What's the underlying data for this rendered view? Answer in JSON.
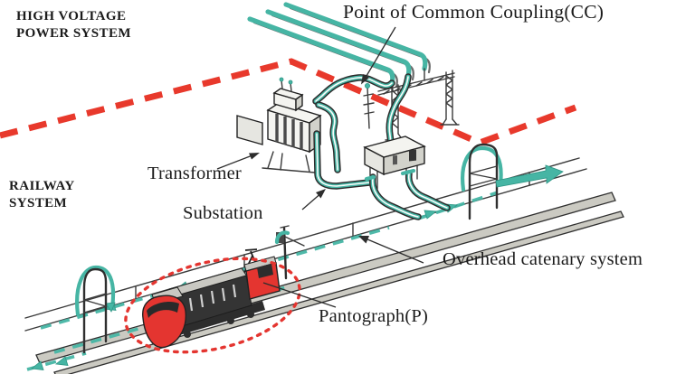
{
  "title": "Railway power feeding system diagram",
  "labels": {
    "high_voltage_system": "HIGH VOLTAGE\nPOWER SYSTEM",
    "railway_system": "RAILWAY\nSYSTEM",
    "pcc": "Point of Common Coupling(CC)",
    "transformer": "Transformer",
    "substation": "Substation",
    "overhead_catenary": "Overhead catenary system",
    "pantograph": "Pantograph(P)"
  },
  "colors": {
    "flow_teal": "#46B5A4",
    "flow_teal_dark": "#2E9685",
    "boundary_red": "#E8392C",
    "train_red": "#E43530",
    "track_gray": "#CBCAC2",
    "text_black": "#1B1B1B",
    "background": "#FFFFFF"
  }
}
